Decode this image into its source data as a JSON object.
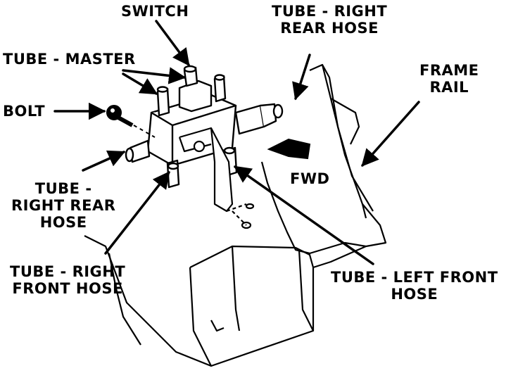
{
  "labels": {
    "switch": "SWITCH",
    "tube_right_rear_hose_top": [
      "TUBE - RIGHT",
      "REAR HOSE"
    ],
    "tube_master": "TUBE - MASTER",
    "frame_rail": [
      "FRAME",
      "RAIL"
    ],
    "bolt": "BOLT",
    "fwd": "FWD",
    "tube_right_rear_hose_left": [
      "TUBE -",
      "RIGHT REAR",
      "HOSE"
    ],
    "tube_right_front_hose": [
      "TUBE - RIGHT",
      "FRONT HOSE"
    ],
    "tube_left_front_hose": [
      "TUBE - LEFT FRONT",
      "HOSE"
    ]
  },
  "colors": {
    "ink": "#000000",
    "paper": "#ffffff"
  }
}
